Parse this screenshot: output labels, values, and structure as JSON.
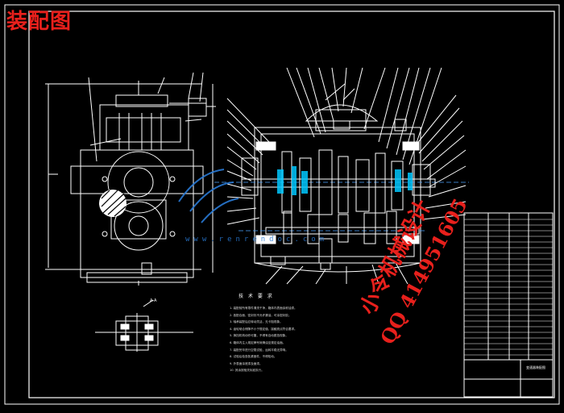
{
  "drawing": {
    "title": "装配图",
    "watermark_line1": "小令机械设计",
    "watermark_line2": "QQ 414951605",
    "site_watermark": "www.renrendoc.com",
    "section_label": "A-A",
    "notes_title": "技 术 要 求",
    "notes": [
      "1. 装配前所有零件清洗干净，箱体内表面涂耐油漆。",
      "2. 各配合面、密封处不允许漏油，可涂密封胶。",
      "3. 轴承装配后应转动灵活，无卡阻现象。",
      "4. 齿轮啮合侧隙不小于规定值，接触斑点符合要求。",
      "5. 换挡机构动作可靠，不得有自动脱挡现象。",
      "6. 箱体内注入规定牌号润滑油至规定油面。",
      "7. 装配完毕进行空载试验，运转平稳无异响。",
      "8. 试验后检查各紧固件，不得松动。",
      "9. 外表面涂底漆及面漆。",
      "10. 其余按相关标准执行。"
    ],
    "title_block_name": "变速器装配图",
    "colors": {
      "background": "#000000",
      "line": "#ffffff",
      "title": "#e8201c",
      "watermark": "#e8201c",
      "logo": "#2a7bd6",
      "shaft_center": "#4aa3ff",
      "bearing": "#00c8ff"
    }
  }
}
